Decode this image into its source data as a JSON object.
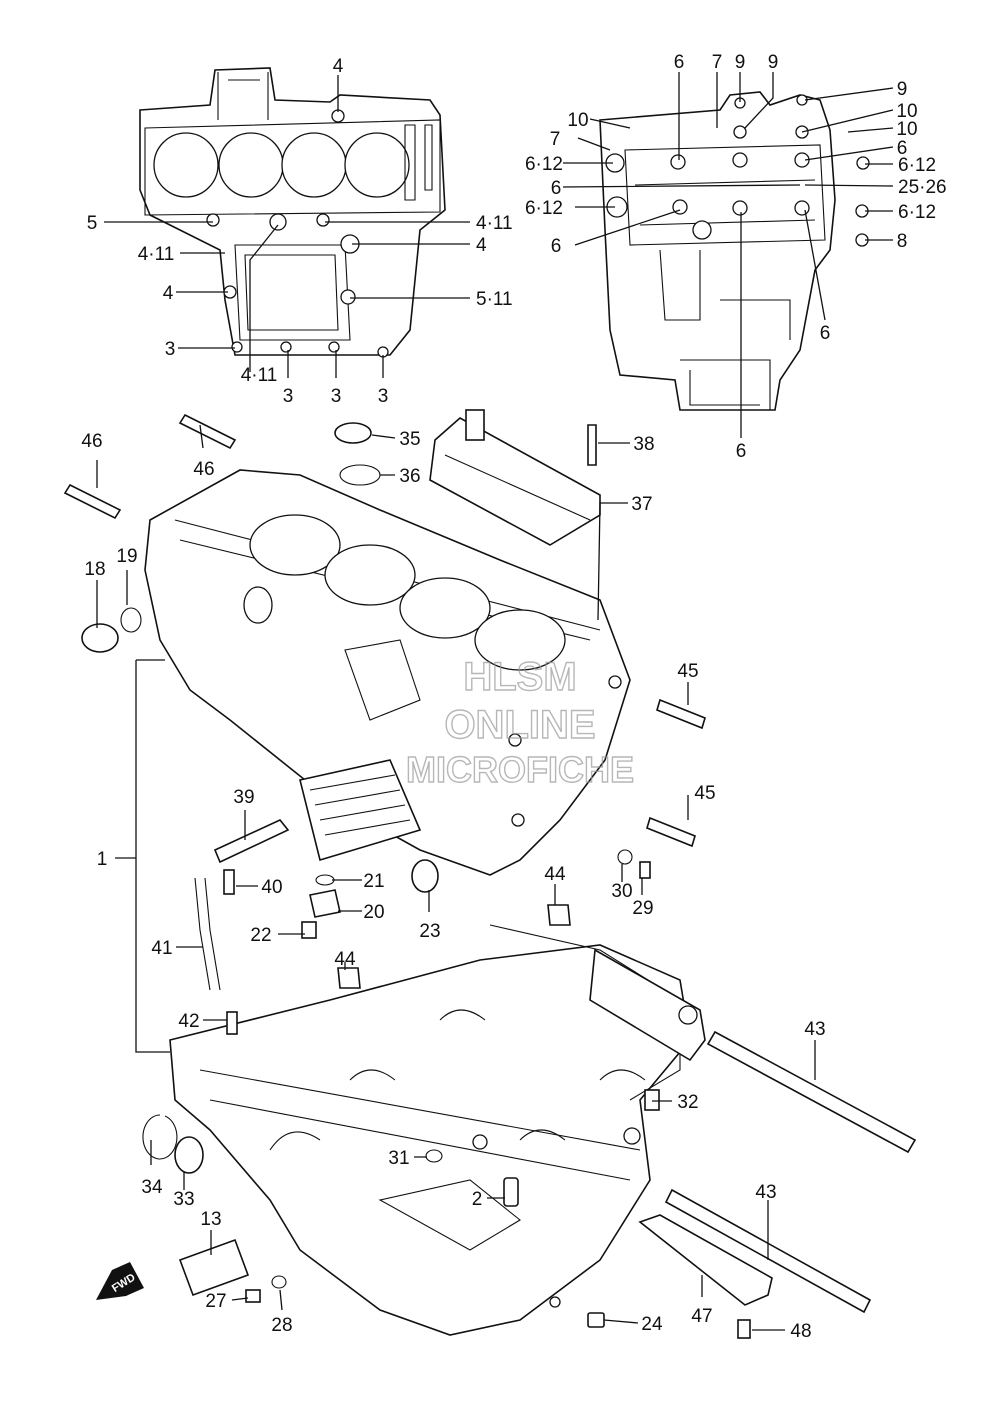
{
  "labels": {
    "top_left": [
      "4",
      "5",
      "4·11",
      "4·11",
      "4",
      "4",
      "5·11",
      "3",
      "4·11",
      "3",
      "3",
      "3"
    ],
    "top_right": [
      "6",
      "7",
      "9",
      "9",
      "9",
      "10",
      "10",
      "10",
      "7",
      "6",
      "6·12",
      "6·12",
      "6",
      "25·26",
      "6·12",
      "6·12",
      "6",
      "8",
      "6",
      "6"
    ],
    "main": [
      "46",
      "46",
      "35",
      "36",
      "38",
      "37",
      "18",
      "19",
      "45",
      "45",
      "1",
      "39",
      "40",
      "21",
      "20",
      "22",
      "41",
      "23",
      "44",
      "30",
      "29",
      "44",
      "42",
      "43",
      "32",
      "34",
      "33",
      "31",
      "2",
      "13",
      "43",
      "27",
      "28",
      "24",
      "47",
      "48"
    ]
  },
  "watermark": [
    "HLSM",
    "ONLINE",
    "MICROFICHE"
  ],
  "fwd_badge": "FWD"
}
